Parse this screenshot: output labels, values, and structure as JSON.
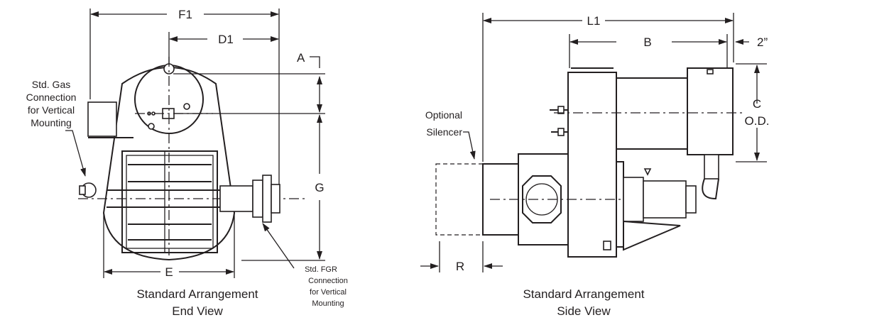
{
  "end_view": {
    "dims": {
      "f1": "F1",
      "d1": "D1",
      "a": "A",
      "g": "G",
      "e": "E"
    },
    "gas_note": [
      "Std. Gas",
      "Connection",
      "for Vertical",
      "Mounting"
    ],
    "fgr_note": [
      "Std. FGR",
      "Connection",
      "for Vertical",
      "Mounting"
    ],
    "caption": [
      "Standard Arrangement",
      "End View"
    ]
  },
  "side_view": {
    "dims": {
      "l1": "L1",
      "b": "B",
      "two_inch": "2”",
      "c": "C",
      "od": "O.D.",
      "r": "R"
    },
    "silencer_note": [
      "Optional",
      "Silencer"
    ],
    "caption": [
      "Standard Arrangement",
      "Side View"
    ]
  }
}
